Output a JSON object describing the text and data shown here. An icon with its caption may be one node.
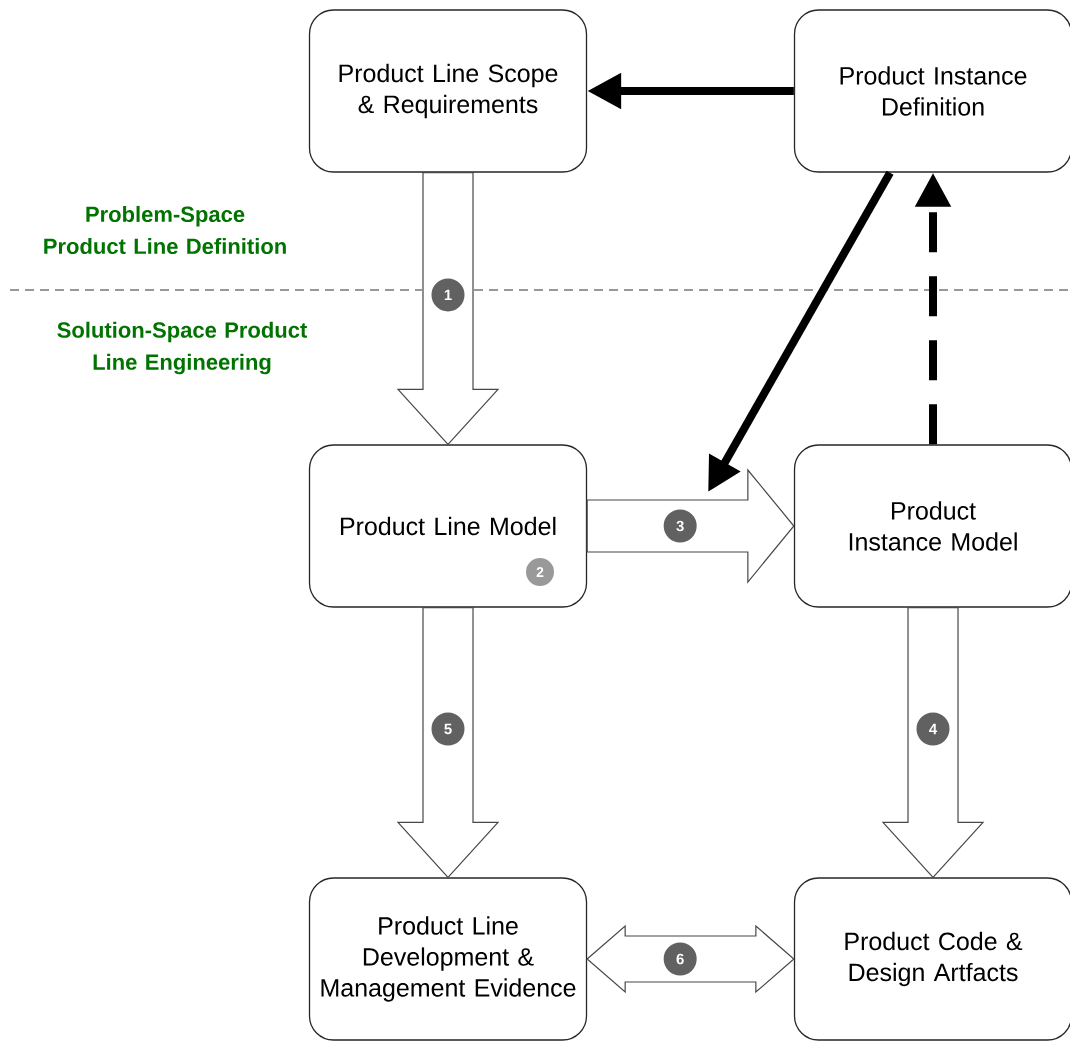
{
  "diagram": {
    "nodes": [
      {
        "text": [
          "Product Line Scope & Requirements"
        ]
      },
      {
        "text": [
          "Product Instance Definition"
        ]
      },
      {
        "text": [
          "Product Line Model"
        ]
      },
      {
        "text": [
          "Product Instance Model"
        ]
      },
      {
        "text": [
          "Product Line Development & Management Evidence"
        ]
      },
      {
        "text": [
          "Product Code & Design Artfacts"
        ]
      }
    ],
    "edges": [
      {
        "from": 1,
        "to": 0,
        "arrow": "to",
        "color": "#000000"
      },
      {
        "from": 0,
        "to": 2,
        "arrow": "to",
        "label": "1"
      },
      {
        "from": 1,
        "to": null,
        "arrow": "to",
        "color": "#000000"
      },
      {
        "from": 2,
        "to": 3,
        "arrow": "to",
        "label": "3"
      },
      {
        "from": 3,
        "to": 1,
        "arrow": "to",
        "style": "dashed",
        "color": "#000000"
      },
      {
        "from": 3,
        "to": 5,
        "arrow": "to",
        "label": "4"
      },
      {
        "from": 2,
        "to": 4,
        "arrow": "to",
        "label": "5"
      },
      {
        "from": 4,
        "to": 5,
        "arrow": "both",
        "label": "6"
      }
    ],
    "labels": [
      "Problem-Space Product Line Definition",
      "Solution-Space Product Line Engineering",
      "2"
    ]
  }
}
